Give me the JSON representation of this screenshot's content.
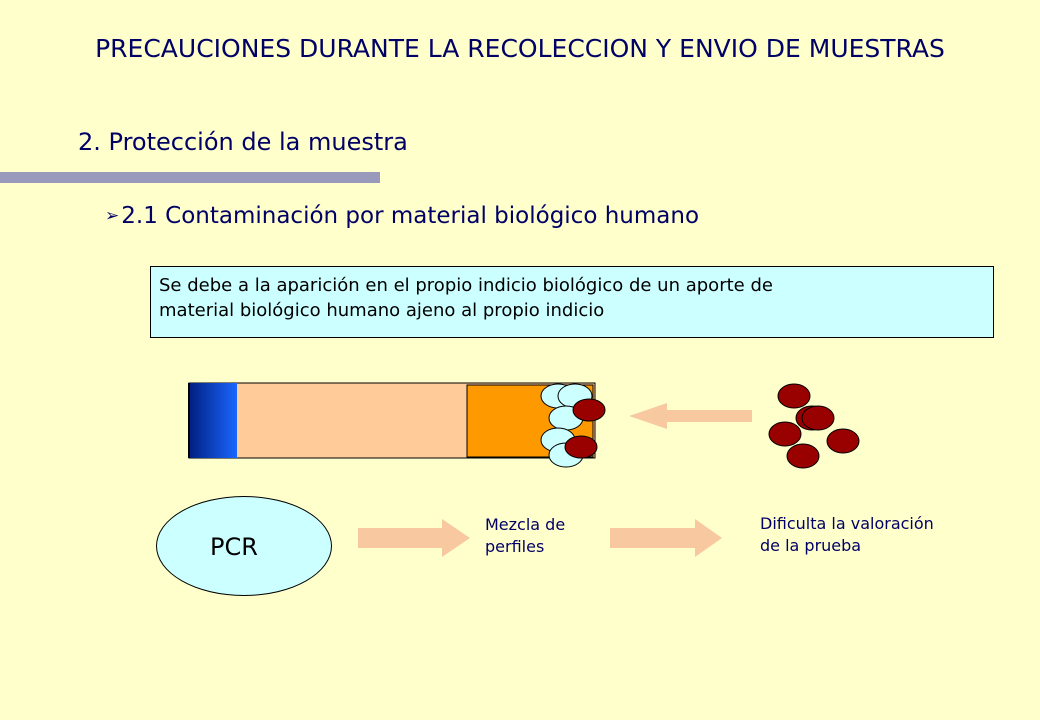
{
  "slide": {
    "title": "PRECAUCIONES DURANTE LA RECOLECCION Y ENVIO DE MUESTRAS",
    "subtitle": "2. Protección de la muestra",
    "bullet_marker": "➢",
    "bullet_text": "2.1 Contaminación por material biológico humano",
    "box_line1": "Se debe a la aparición en el propio indicio biológico de un aporte  de",
    "box_line2": "material biológico humano ajeno al propio indicio",
    "pcr_label": "PCR",
    "mezcla_line1": "Mezcla de",
    "mezcla_line2": "perfiles",
    "dificulta_line1": "Dificulta la valoración",
    "dificulta_line2": "de la prueba"
  },
  "colors": {
    "background": "#ffffcc",
    "title_text": "#000066",
    "box_fill": "#ccffff",
    "arrow_fill": "#f8c8a0",
    "blood_cell": "#990000",
    "tube_body": "#ffcc99",
    "tube_cap": "#0044cc",
    "tube_sample": "#ff9900",
    "light_cell": "#ccffff"
  }
}
